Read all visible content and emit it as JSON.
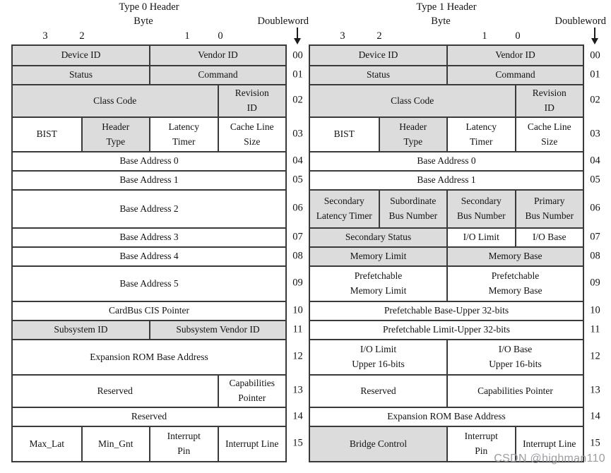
{
  "page": {
    "watermark": "CSDN @highman110"
  },
  "colors": {
    "cell_fill_gray": "#dcdcdc",
    "cell_fill_white": "#ffffff",
    "border": "#3a3a3a",
    "text": "#121212",
    "watermark": "#9c9ca2"
  },
  "tables": [
    {
      "title": "Type 0 Header",
      "byte_label": "Byte",
      "doubleword_label": "Doubleword",
      "bit_labels": [
        "3",
        "2",
        "1",
        "0"
      ],
      "rows": [
        {
          "dw": "00",
          "h": 27,
          "cells": [
            {
              "t": "Device ID",
              "span": 2,
              "gray": true
            },
            {
              "t": "Vendor ID",
              "span": 2,
              "gray": true
            }
          ]
        },
        {
          "dw": "01",
          "h": 27,
          "cells": [
            {
              "t": "Status",
              "span": 2,
              "gray": true
            },
            {
              "t": "Command",
              "span": 2,
              "gray": true
            }
          ]
        },
        {
          "dw": "02",
          "h": 46,
          "cells": [
            {
              "t": "Class Code",
              "span": 3,
              "gray": true
            },
            {
              "t": "Revision\nID",
              "span": 1,
              "gray": true
            }
          ]
        },
        {
          "dw": "03",
          "h": 49,
          "cells": [
            {
              "t": "BIST",
              "span": 1,
              "gray": false
            },
            {
              "t": "Header\nType",
              "span": 1,
              "gray": true
            },
            {
              "t": "Latency\nTimer",
              "span": 1,
              "gray": false
            },
            {
              "t": "Cache Line\nSize",
              "span": 1,
              "gray": false
            }
          ]
        },
        {
          "dw": "04",
          "h": 27,
          "cells": [
            {
              "t": "Base Address 0",
              "span": 4,
              "gray": false
            }
          ]
        },
        {
          "dw": "05",
          "h": 27,
          "cells": [
            {
              "t": "Base Address 1",
              "span": 4,
              "gray": false
            }
          ]
        },
        {
          "dw": "06",
          "h": 54,
          "cells": [
            {
              "t": "Base Address 2",
              "span": 4,
              "gray": false
            }
          ]
        },
        {
          "dw": "07",
          "h": 27,
          "cells": [
            {
              "t": "Base Address 3",
              "span": 4,
              "gray": false
            }
          ]
        },
        {
          "dw": "08",
          "h": 27,
          "cells": [
            {
              "t": "Base Address 4",
              "span": 4,
              "gray": false
            }
          ]
        },
        {
          "dw": "09",
          "h": 50,
          "cells": [
            {
              "t": "Base Address 5",
              "span": 4,
              "gray": false
            }
          ]
        },
        {
          "dw": "10",
          "h": 27,
          "cells": [
            {
              "t": "CardBus CIS Pointer",
              "span": 4,
              "gray": false
            }
          ]
        },
        {
          "dw": "11",
          "h": 27,
          "cells": [
            {
              "t": "Subsystem ID",
              "span": 2,
              "gray": true
            },
            {
              "t": "Subsystem Vendor ID",
              "span": 2,
              "gray": true
            }
          ]
        },
        {
          "dw": "12",
          "h": 50,
          "cells": [
            {
              "t": "Expansion ROM Base Address",
              "span": 4,
              "gray": false
            }
          ]
        },
        {
          "dw": "13",
          "h": 46,
          "cells": [
            {
              "t": "Reserved",
              "span": 3,
              "gray": false
            },
            {
              "t": "Capabilities\nPointer",
              "span": 1,
              "gray": false
            }
          ]
        },
        {
          "dw": "14",
          "h": 27,
          "cells": [
            {
              "t": "Reserved",
              "span": 4,
              "gray": false
            }
          ]
        },
        {
          "dw": "15",
          "h": 50,
          "cells": [
            {
              "t": "Max_Lat",
              "span": 1,
              "gray": false
            },
            {
              "t": "Min_Gnt",
              "span": 1,
              "gray": false
            },
            {
              "t": "Interrupt\nPin",
              "span": 1,
              "gray": false
            },
            {
              "t": "Interrupt Line",
              "span": 1,
              "gray": false
            }
          ]
        }
      ]
    },
    {
      "title": "Type 1 Header",
      "byte_label": "Byte",
      "doubleword_label": "Doubleword",
      "bit_labels": [
        "3",
        "2",
        "1",
        "0"
      ],
      "rows": [
        {
          "dw": "00",
          "h": 27,
          "cells": [
            {
              "t": "Device ID",
              "span": 2,
              "gray": true
            },
            {
              "t": "Vendor ID",
              "span": 2,
              "gray": true
            }
          ]
        },
        {
          "dw": "01",
          "h": 27,
          "cells": [
            {
              "t": "Status",
              "span": 2,
              "gray": true
            },
            {
              "t": "Command",
              "span": 2,
              "gray": true
            }
          ]
        },
        {
          "dw": "02",
          "h": 46,
          "cells": [
            {
              "t": "Class Code",
              "span": 3,
              "gray": true
            },
            {
              "t": "Revision\nID",
              "span": 1,
              "gray": true
            }
          ]
        },
        {
          "dw": "03",
          "h": 49,
          "cells": [
            {
              "t": "BIST",
              "span": 1,
              "gray": false
            },
            {
              "t": "Header\nType",
              "span": 1,
              "gray": true
            },
            {
              "t": "Latency\nTimer",
              "span": 1,
              "gray": false
            },
            {
              "t": "Cache Line\nSize",
              "span": 1,
              "gray": false
            }
          ]
        },
        {
          "dw": "04",
          "h": 27,
          "cells": [
            {
              "t": "Base Address 0",
              "span": 4,
              "gray": false
            }
          ]
        },
        {
          "dw": "05",
          "h": 27,
          "cells": [
            {
              "t": "Base Address 1",
              "span": 4,
              "gray": false
            }
          ]
        },
        {
          "dw": "06",
          "h": 54,
          "cells": [
            {
              "t": "Secondary\nLatency Timer",
              "span": 1,
              "gray": true
            },
            {
              "t": "Subordinate\nBus Number",
              "span": 1,
              "gray": true
            },
            {
              "t": "Secondary\nBus Number",
              "span": 1,
              "gray": true
            },
            {
              "t": "Primary\nBus Number",
              "span": 1,
              "gray": true
            }
          ]
        },
        {
          "dw": "07",
          "h": 27,
          "cells": [
            {
              "t": "Secondary Status",
              "span": 2,
              "gray": true
            },
            {
              "t": "I/O Limit",
              "span": 1,
              "gray": false
            },
            {
              "t": "I/O Base",
              "span": 1,
              "gray": false
            }
          ]
        },
        {
          "dw": "08",
          "h": 27,
          "cells": [
            {
              "t": "Memory Limit",
              "span": 2,
              "gray": true
            },
            {
              "t": "Memory Base",
              "span": 2,
              "gray": true
            }
          ]
        },
        {
          "dw": "09",
          "h": 50,
          "cells": [
            {
              "t": "Prefetchable\nMemory Limit",
              "span": 2,
              "gray": false
            },
            {
              "t": "Prefetchable\nMemory Base",
              "span": 2,
              "gray": false
            }
          ]
        },
        {
          "dw": "10",
          "h": 27,
          "cells": [
            {
              "t": "Prefetchable Base-Upper 32-bits",
              "span": 4,
              "gray": false
            }
          ]
        },
        {
          "dw": "11",
          "h": 27,
          "cells": [
            {
              "t": "Prefetchable Limit-Upper 32-bits",
              "span": 4,
              "gray": false
            }
          ]
        },
        {
          "dw": "12",
          "h": 50,
          "cells": [
            {
              "t": "I/O Limit\nUpper 16-bits",
              "span": 2,
              "gray": false
            },
            {
              "t": "I/O Base\nUpper 16-bits",
              "span": 2,
              "gray": false
            }
          ]
        },
        {
          "dw": "13",
          "h": 46,
          "cells": [
            {
              "t": "Reserved",
              "span": 2,
              "gray": false
            },
            {
              "t": "Capabilities Pointer",
              "span": 2,
              "gray": false
            }
          ]
        },
        {
          "dw": "14",
          "h": 27,
          "cells": [
            {
              "t": "Expansion ROM Base Address",
              "span": 4,
              "gray": false
            }
          ]
        },
        {
          "dw": "15",
          "h": 50,
          "cells": [
            {
              "t": "Bridge Control",
              "span": 2,
              "gray": true
            },
            {
              "t": "Interrupt\nPin",
              "span": 1,
              "gray": false
            },
            {
              "t": "Interrupt Line",
              "span": 1,
              "gray": false
            }
          ]
        }
      ]
    }
  ]
}
